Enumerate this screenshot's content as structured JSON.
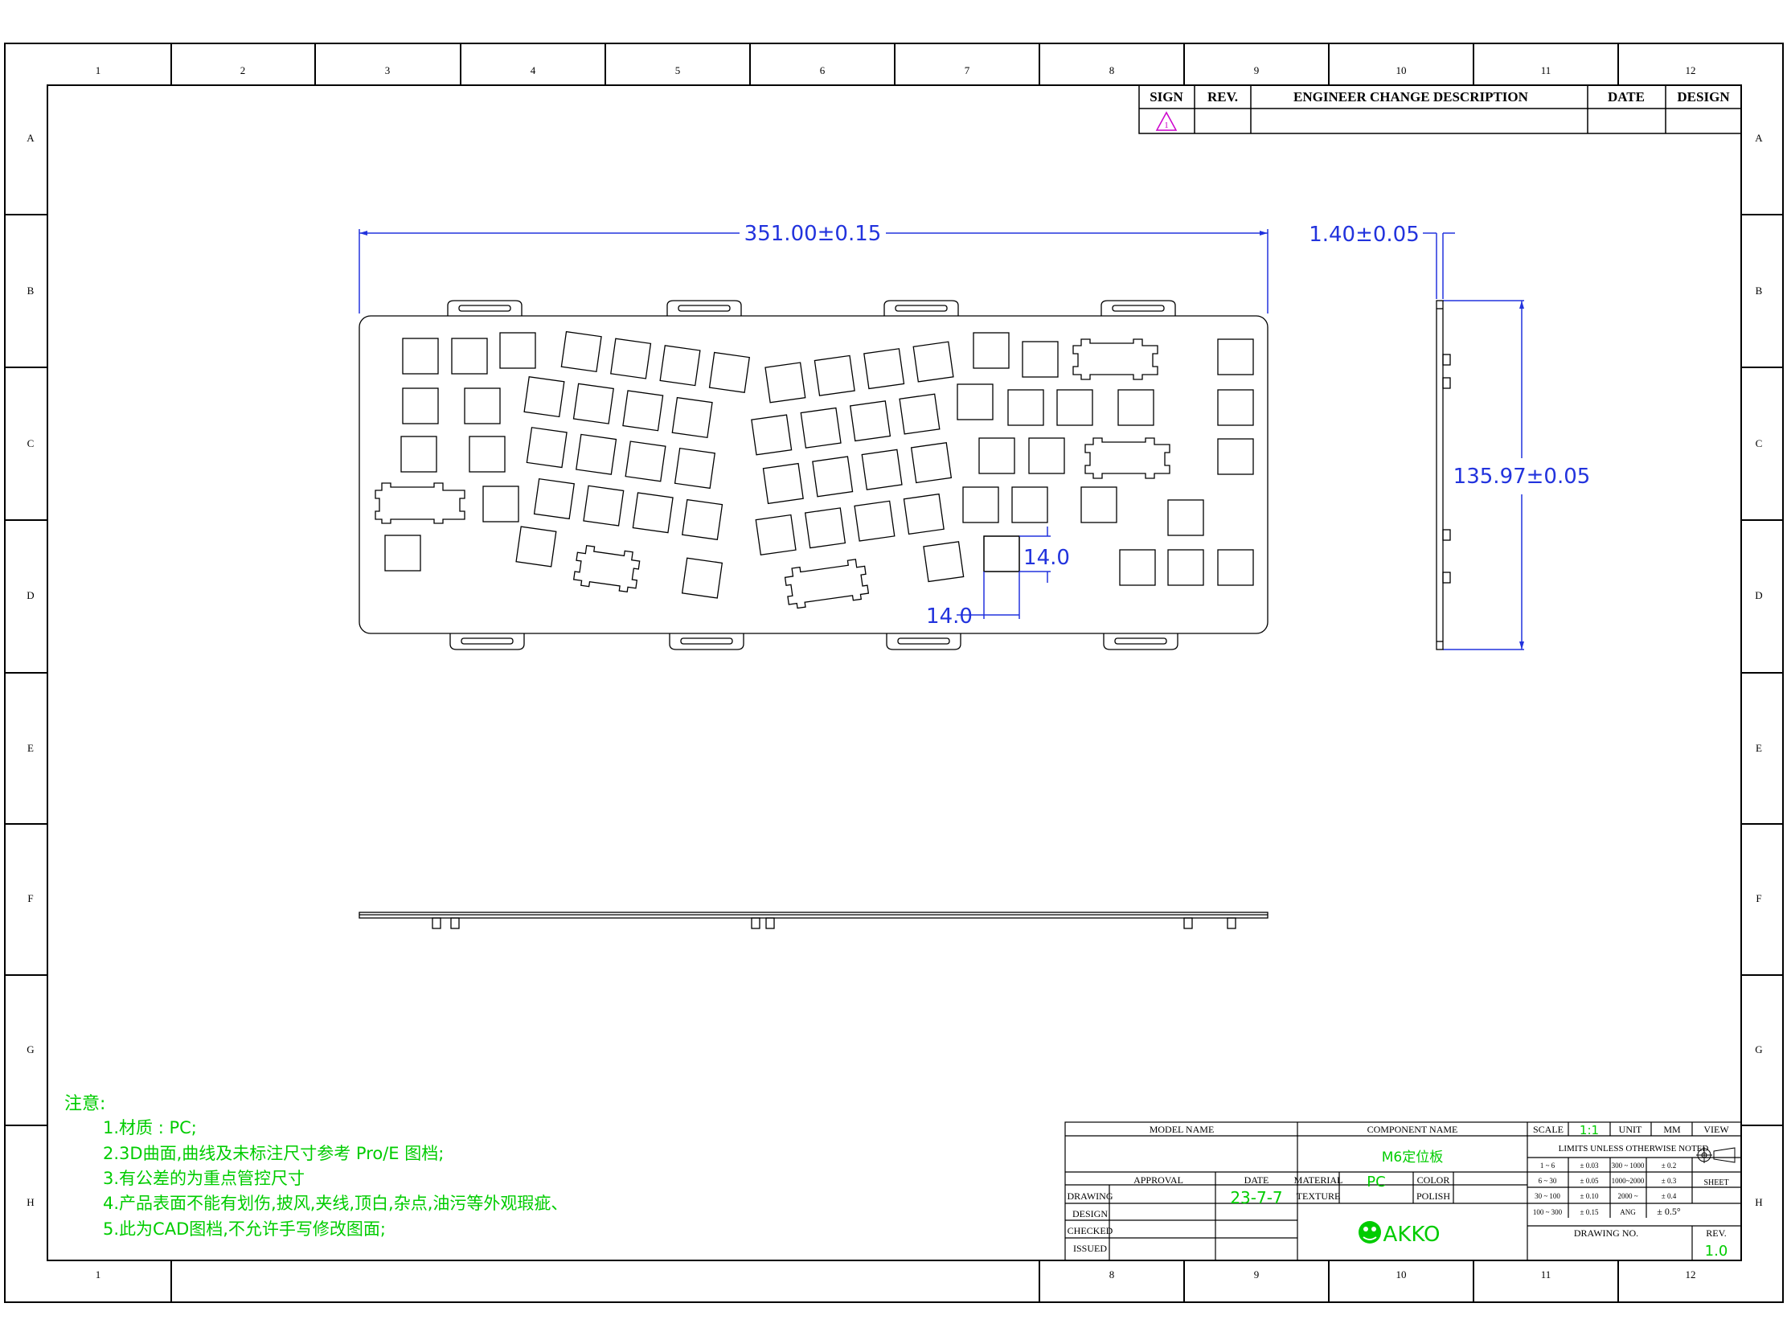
{
  "frame": {
    "columns": [
      "1",
      "2",
      "3",
      "4",
      "5",
      "6",
      "7",
      "8",
      "9",
      "10",
      "11",
      "12"
    ],
    "bottom_columns": [
      "1",
      "8",
      "9",
      "10",
      "11",
      "12"
    ],
    "rows": [
      "A",
      "B",
      "C",
      "D",
      "E",
      "F",
      "G",
      "H"
    ]
  },
  "revision_block": {
    "headers": {
      "sign": "SIGN",
      "rev": "REV.",
      "description": "ENGINEER CHANGE DESCRIPTION",
      "date": "DATE",
      "design": "DESIGN"
    },
    "marker": "1"
  },
  "dimensions": {
    "width": "351.00±0.15",
    "thickness": "1.40±0.05",
    "height": "135.97±0.05",
    "key_w": "14.0",
    "key_h": "14.0"
  },
  "notes": {
    "title": "注意:",
    "items": [
      "1.材质 : PC;",
      "2.3D曲面,曲线及未标注尺寸参考 Pro/E 图档;",
      "3.有公差的为重点管控尺寸",
      "4.产品表面不能有划伤,披风,夹线,顶白,杂点,油污等外观瑕疵、",
      "5.此为CAD图档,不允许手写修改图面;"
    ]
  },
  "title_block": {
    "model_name": "MODEL NAME",
    "component_name_label": "COMPONENT NAME",
    "component_name": "M6定位板",
    "scale_label": "SCALE",
    "scale": "1:1",
    "unit_label": "UNIT",
    "unit": "MM",
    "view_label": "VIEW",
    "limits_header": "LIMITS UNLESS OTHERWISE NOTED",
    "limits": [
      [
        "1 ~ 6",
        "± 0.03",
        "300 ~ 1000",
        "± 0.2"
      ],
      [
        "6 ~ 30",
        "± 0.05",
        "1000~2000",
        "± 0.3"
      ],
      [
        "30 ~ 100",
        "± 0.10",
        "2000 ~",
        "± 0.4"
      ],
      [
        "100 ~ 300",
        "± 0.15",
        "ANG",
        "± 0.5°"
      ]
    ],
    "sheet_label": "SHEET",
    "approval": "APPROVAL",
    "date_label": "DATE",
    "material_label": "MATERIAL",
    "material": "PC",
    "color_label": "COLOR",
    "texture_label": "TEXTURE",
    "polish_label": "POLISH",
    "drawing_label": "DRAWING",
    "drawing_date": "23-7-7",
    "design_label": "DESIGN",
    "checked_label": "CHECKED",
    "issued_label": "ISSUED",
    "logo": "AKKO",
    "drawing_no_label": "DRAWING NO.",
    "rev_label": "REV.",
    "rev": "1.0"
  }
}
